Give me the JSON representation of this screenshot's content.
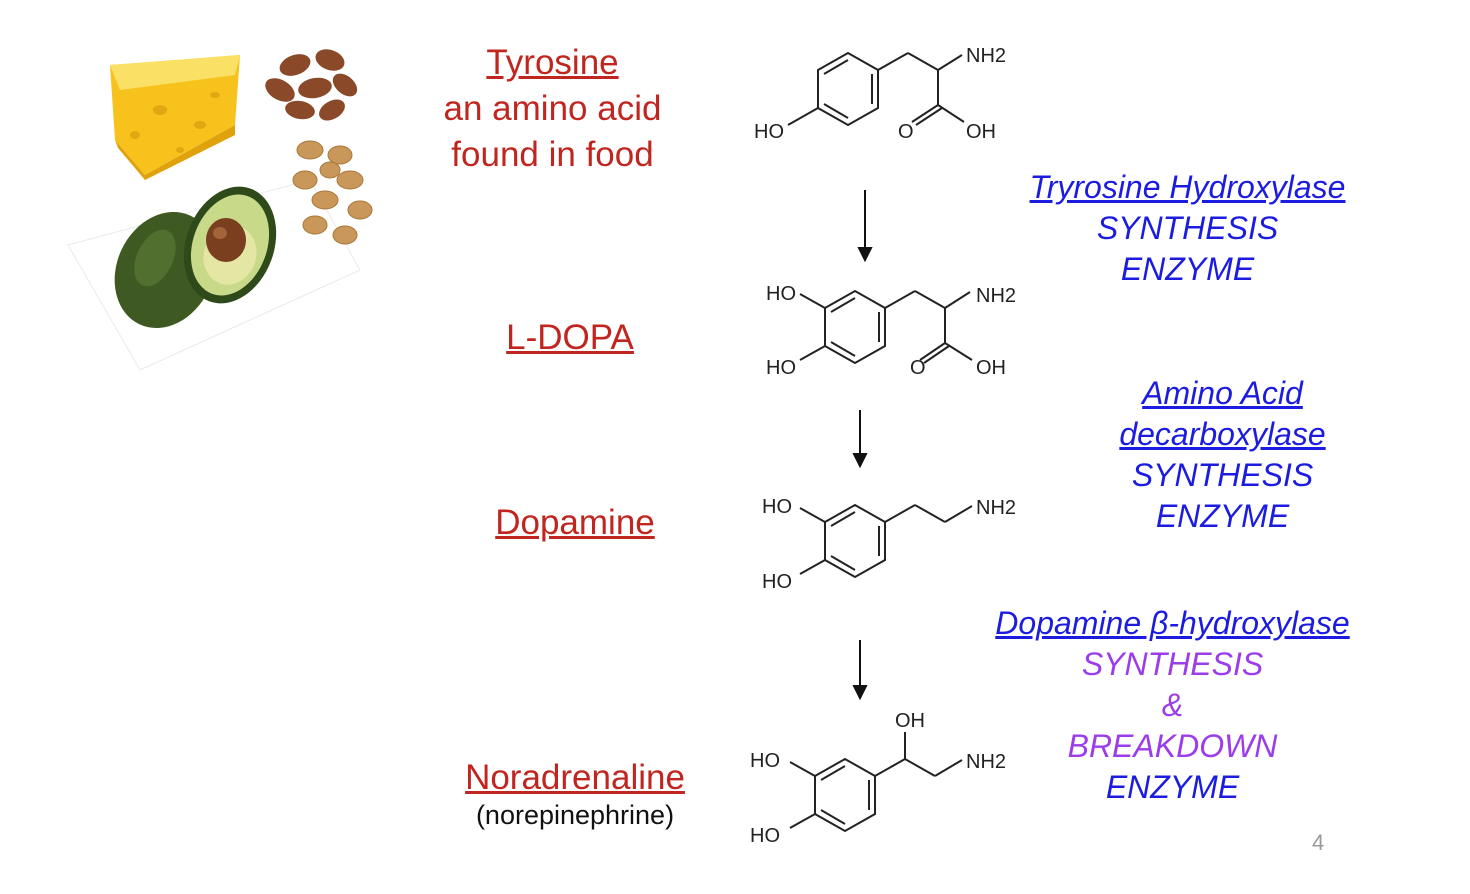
{
  "compounds": {
    "tyrosine": {
      "name": "Tyrosine",
      "line2": "an amino acid",
      "line3": "found in food"
    },
    "ldopa": {
      "name": "L-DOPA"
    },
    "dopamine": {
      "name": "Dopamine"
    },
    "noradrenaline": {
      "name": "Noradrenaline",
      "alt": "(norepinephrine)"
    }
  },
  "enzymes": {
    "tyrosine_hydroxylase": {
      "name": "Tryrosine Hydroxylase",
      "line2": "SYNTHESIS",
      "line3": "ENZYME"
    },
    "aa_decarboxylase": {
      "name1": "Amino Acid",
      "name2": "decarboxylase",
      "line3": "SYNTHESIS",
      "line4": "ENZYME"
    },
    "dbh": {
      "name": "Dopamine β-hydroxylase",
      "line2": "SYNTHESIS",
      "line3": "&",
      "line4": "BREAKDOWN",
      "line5": "ENZYME"
    }
  },
  "atom_labels": {
    "nh2": "NH2",
    "ho": "HO",
    "oh": "OH",
    "o": "O"
  },
  "colors": {
    "compound_red": "#c0261f",
    "enzyme_blue": "#1c1ce0",
    "enzyme_purple": "#9b3dea"
  },
  "page_number": "4"
}
